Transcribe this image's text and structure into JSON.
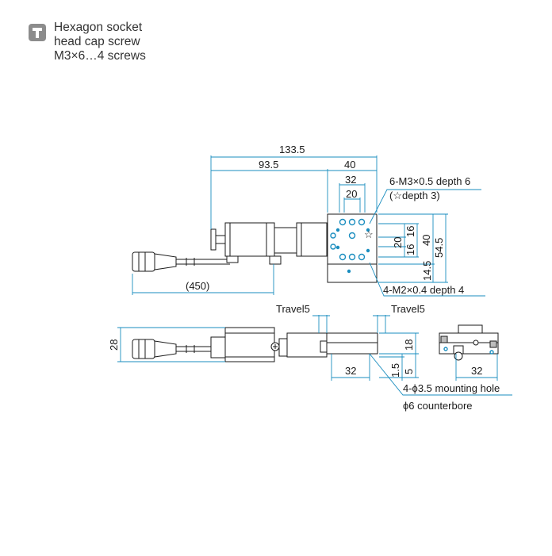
{
  "legend": {
    "icon": "hexagon-socket-screw-icon",
    "line1": "Hexagon socket",
    "line2": "head cap screw",
    "line3": "M3×6…4 screws"
  },
  "dims": {
    "overall_length": "133.5",
    "to_center": "93.5",
    "top_width": "40",
    "hole_pitch_outer": "32",
    "hole_pitch_inner": "20",
    "tap_note_1": "6-M3×0.5 depth 6",
    "tap_note_2": "(☆depth 3)",
    "v_20": "20",
    "v_16a": "16",
    "v_16b": "16",
    "v_40": "40",
    "v_54_5": "54.5",
    "v_14_5": "14.5",
    "cable_length": "(450)",
    "tap_note_3": "4-M2×0.4 depth 4",
    "travel_left": "Travel5",
    "travel_right": "Travel5",
    "height_28": "28",
    "height_18": "18",
    "height_1_5": "1.5",
    "height_5": "5",
    "bottom_32": "32",
    "mount_note_1": "4-ϕ3.5 mounting hole",
    "mount_note_2": "ϕ6 counterbore",
    "end_view_32": "32"
  },
  "colors": {
    "dimension": "#1a8dbf",
    "outline": "#1a1a1a",
    "icon": "#8c8c8c"
  }
}
